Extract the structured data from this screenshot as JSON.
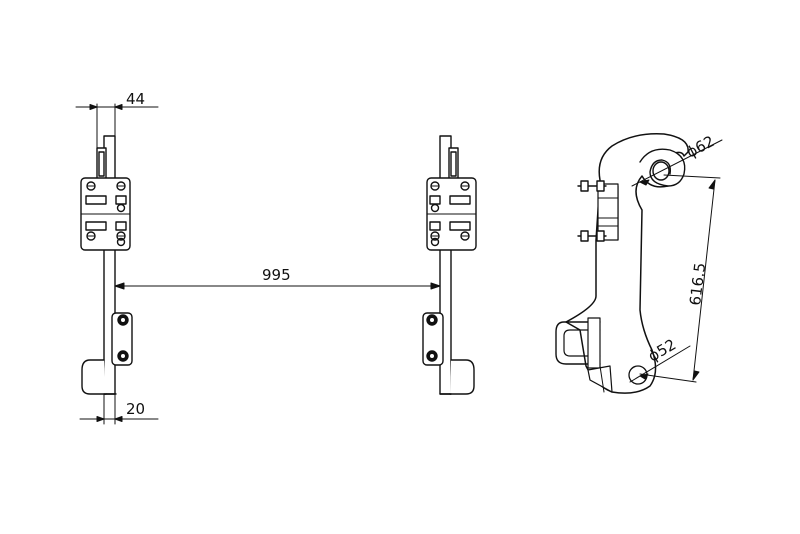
{
  "drawing": {
    "dimensions": {
      "plate_width": "44",
      "plate_gap": "20",
      "spacing": "995",
      "pin_distance": "616.5",
      "upper_diameter": "ϕ62",
      "lower_diameter": "ϕ52"
    },
    "colors": {
      "line": "#111111",
      "background": "#ffffff"
    }
  }
}
